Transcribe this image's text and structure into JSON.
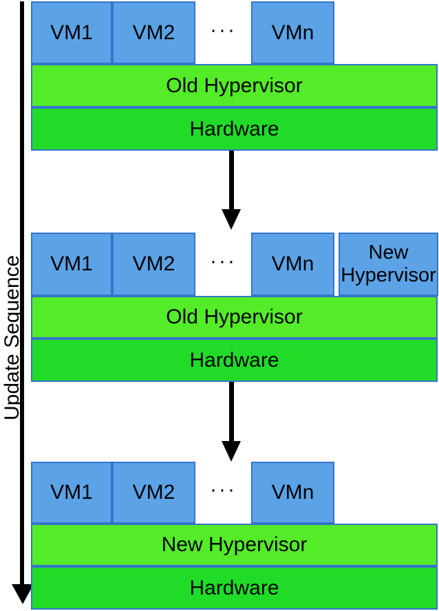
{
  "diagram": {
    "update_sequence_label": "Update Sequence",
    "ellipsis": "···",
    "colors": {
      "vm_fill": "#5BA3E6",
      "box_border": "#3573CD",
      "hypervisor_fill": "#54EB29",
      "hardware_fill": "#20DC28",
      "arrow": "#000000",
      "text": "#000000"
    },
    "stages": [
      {
        "id": "before-update",
        "vm_boxes": [
          {
            "label": "VM1"
          },
          {
            "label": "VM2"
          },
          {
            "label": "VMn"
          }
        ],
        "layers": [
          {
            "label": "Old Hypervisor"
          },
          {
            "label": "Hardware"
          }
        ]
      },
      {
        "id": "new-hypervisor-loaded",
        "vm_boxes": [
          {
            "label": "VM1"
          },
          {
            "label": "VM2"
          },
          {
            "label": "VMn"
          }
        ],
        "new_hypervisor_box": {
          "line1": "New",
          "line2": "Hypervisor"
        },
        "layers": [
          {
            "label": "Old Hypervisor"
          },
          {
            "label": "Hardware"
          }
        ]
      },
      {
        "id": "after-update",
        "vm_boxes": [
          {
            "label": "VM1"
          },
          {
            "label": "VM2"
          },
          {
            "label": "VMn"
          }
        ],
        "layers": [
          {
            "label": "New Hypervisor"
          },
          {
            "label": "Hardware"
          }
        ]
      }
    ]
  }
}
